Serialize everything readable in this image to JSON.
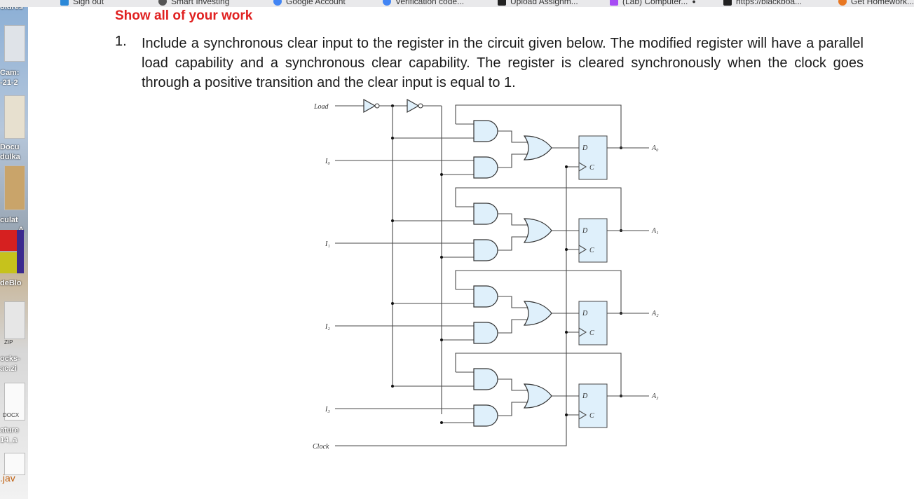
{
  "bookmarks": [
    {
      "label": "Sign out",
      "icon": "windows-icon",
      "color": "#2b88d8"
    },
    {
      "label": "Smart Investing",
      "icon": "w-icon",
      "color": "#555555"
    },
    {
      "label": "Google Account",
      "icon": "google-icon",
      "color": "#4285f4"
    },
    {
      "label": "Verification code...",
      "icon": "google-icon",
      "color": "#4285f4"
    },
    {
      "label": "Upload Assignm...",
      "icon": "bb-icon",
      "color": "#222222"
    },
    {
      "label": "(Lab) Computer...",
      "icon": "lab-icon",
      "color": "#a64bf4"
    },
    {
      "label": "https://blackboa...",
      "icon": "bb-icon",
      "color": "#222222"
    },
    {
      "label": "Get Homework...",
      "icon": "chegg-icon",
      "color": "#e87722"
    }
  ],
  "desktop": {
    "labels": [
      "oldres",
      "Cam:",
      "-21-2",
      "Docu",
      "dulka",
      "culat",
      "A",
      "deBlo",
      "ZIP",
      "ocks-",
      "ac.zi",
      "DOCX",
      "ature",
      "14_a",
      ".jav"
    ]
  },
  "document": {
    "heading": "Show all of your work",
    "question_number": "1.",
    "question_text": "Include a synchronous clear input to the register in the circuit given below. The modified register will have a parallel load capability and a synchronous clear capability. The register is cleared synchronously when the clock goes through a positive transition and the clear input is equal to 1."
  },
  "circuit": {
    "load_label": "Load",
    "clock_label": "Clock",
    "ff_d_label": "D",
    "ff_c_label": "C",
    "stages": [
      {
        "input": "I₀",
        "output": "A₀"
      },
      {
        "input": "I₁",
        "output": "A₁"
      },
      {
        "input": "I₂",
        "output": "A₂"
      },
      {
        "input": "I₃",
        "output": "A₃"
      }
    ]
  }
}
